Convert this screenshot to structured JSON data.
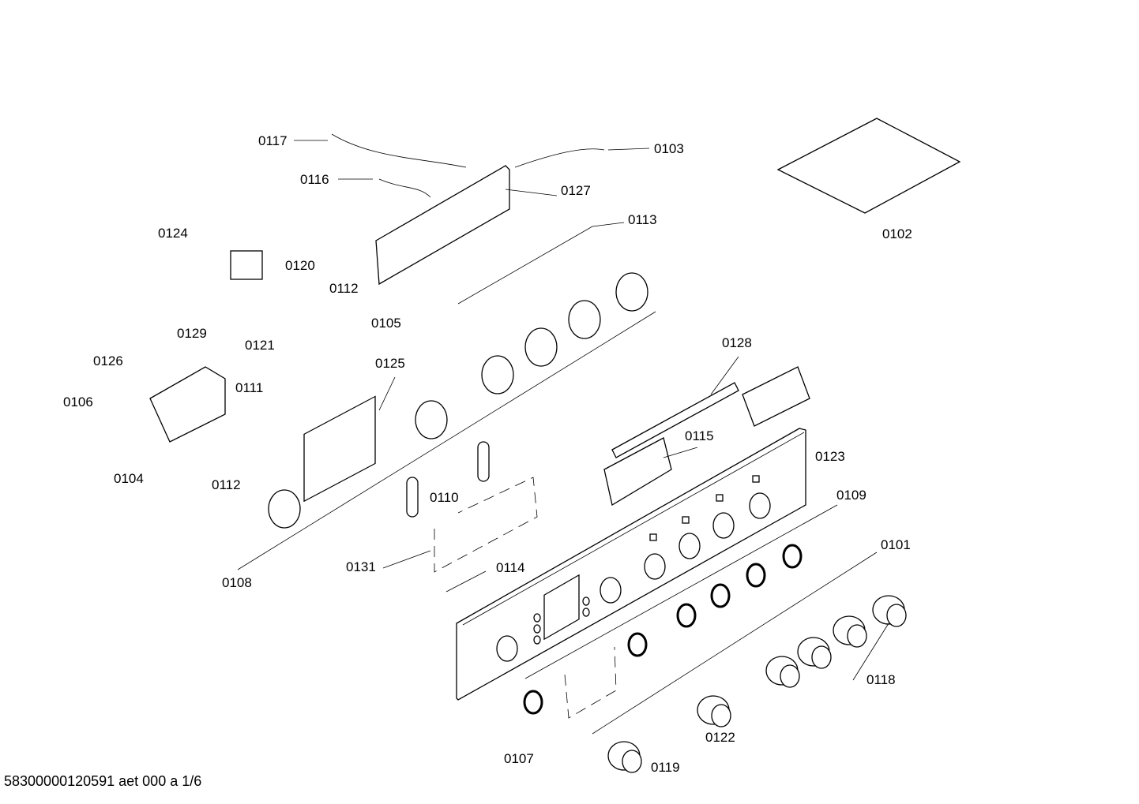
{
  "diagram": {
    "type": "exploded-parts-diagram",
    "part_labels": [
      "0117",
      "0116",
      "0103",
      "0127",
      "0113",
      "0102",
      "0124",
      "0120",
      "0112",
      "0105",
      "0129",
      "0121",
      "0128",
      "0126",
      "0125",
      "0111",
      "0106",
      "0115",
      "0123",
      "0104",
      "0112",
      "0110",
      "0109",
      "0101",
      "0131",
      "0114",
      "0108",
      "0118",
      "0122",
      "0107",
      "0119"
    ]
  },
  "footer": {
    "document_id": "58300000120591 aet 000 a 1/6"
  }
}
